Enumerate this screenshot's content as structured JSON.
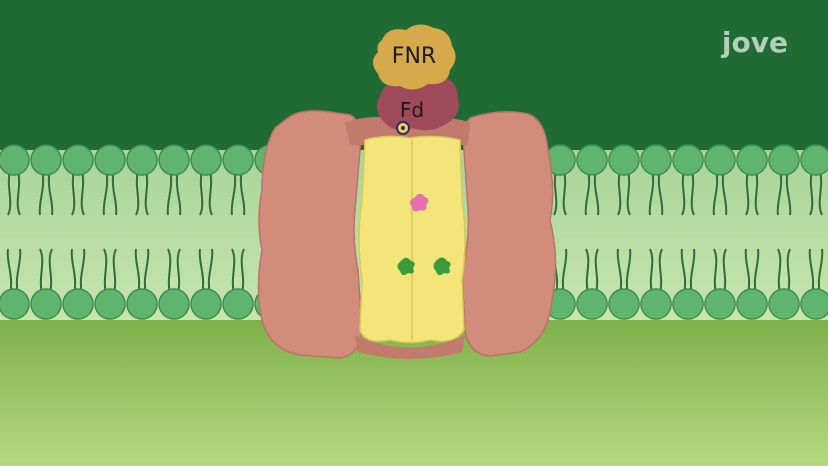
{
  "labels": {
    "fnr": "FNR",
    "fd": "Fd"
  },
  "logo": {
    "text": "jove"
  },
  "colors": {
    "stroma": "#1f6b33",
    "lumen_top": "#7fb04a",
    "lumen_bottom": "#b6d97f",
    "lipid_head": "#5fb470",
    "lipid_tail": "#2f6d3f",
    "complex_outer": "#d28c7c",
    "complex_core": "#f3e57a",
    "fd_protein": "#9e4a5a",
    "fnr_protein": "#d6a94a",
    "cofactor_pink": "#e86fb0",
    "cofactor_green": "#3c9a3c"
  }
}
